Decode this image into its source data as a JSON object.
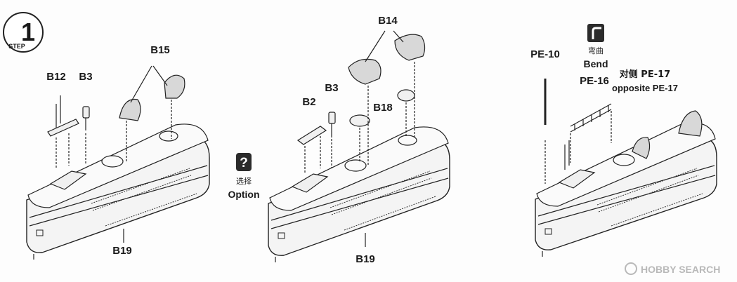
{
  "step": {
    "number": "1",
    "label": "STEP"
  },
  "panel1": {
    "labels": {
      "b12": "B12",
      "b3": "B3",
      "b15": "B15",
      "b19": "B19"
    }
  },
  "panel2": {
    "labels": {
      "b14": "B14",
      "b3": "B3",
      "b2": "B2",
      "b18": "B18",
      "b19": "B19"
    },
    "option_symbol": "?",
    "option_cn": "选择",
    "option_en": "Option"
  },
  "panel3": {
    "labels": {
      "pe10": "PE-10",
      "pe16": "PE-16"
    },
    "bend_cn": "弯曲",
    "bend_en": "Bend",
    "opposite_cn": "对侧 PE-17",
    "opposite_en": "opposite PE-17"
  },
  "watermark": {
    "text": "HOBBY SEARCH"
  },
  "colors": {
    "ink": "#1a1a1a",
    "icon_bg": "#2b2b2b",
    "watermark": "#b9b9b9"
  }
}
